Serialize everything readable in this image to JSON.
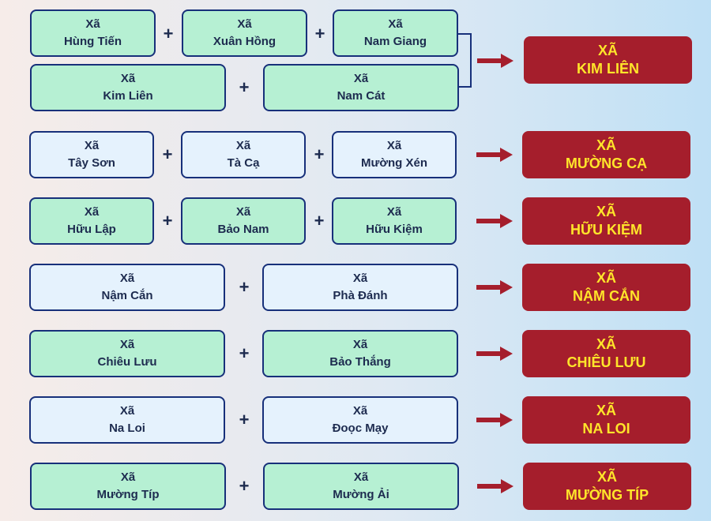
{
  "prefix_lower": "Xã",
  "prefix_upper": "XÃ",
  "plus_symbol": "+",
  "colors": {
    "box_green": "#b6f0d3",
    "box_light": "#e5f2fd",
    "border": "#17307a",
    "result_bg": "#a51e2c",
    "result_text": "#ffe52a",
    "arrow": "#a51e2c"
  },
  "groups": [
    {
      "sources": [
        "Hùng Tiến",
        "Xuân Hồng",
        "Nam Giang",
        "Kim Liên",
        "Nam Cát"
      ],
      "result": "KIM LIÊN"
    },
    {
      "sources": [
        "Tây Sơn",
        "Tà Cạ",
        "Mường Xén"
      ],
      "result": "MƯỜNG CẠ"
    },
    {
      "sources": [
        "Hữu Lập",
        "Bảo Nam",
        "Hữu Kiệm"
      ],
      "result": "HỮU KIỆM"
    },
    {
      "sources": [
        "Nậm Cắn",
        "Phà Đánh"
      ],
      "result": "NẬM CẮN"
    },
    {
      "sources": [
        "Chiêu Lưu",
        "Bảo Thắng"
      ],
      "result": "CHIÊU LƯU"
    },
    {
      "sources": [
        "Na Loi",
        "Đoọc Mạy"
      ],
      "result": "NA LOI"
    },
    {
      "sources": [
        "Mường Típ",
        "Mường Ải"
      ],
      "result": "MƯỜNG TÍP"
    }
  ]
}
